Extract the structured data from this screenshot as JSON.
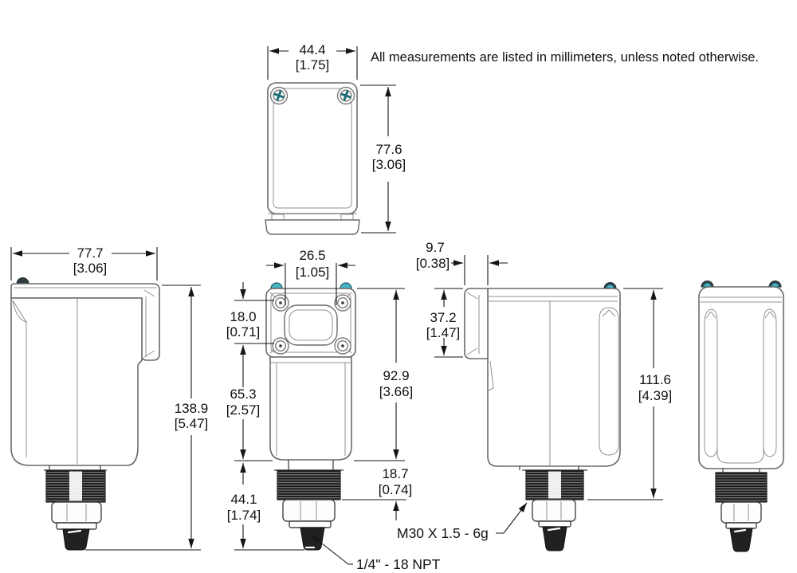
{
  "note": "All measurements are listed in millimeters, unless noted otherwise.",
  "dims": {
    "top_width": {
      "mm": "44.4",
      "in": "[1.75]"
    },
    "top_depth": {
      "mm": "77.6",
      "in": "[3.06]"
    },
    "side_width": {
      "mm": "77.7",
      "in": "[3.06]"
    },
    "overall_height": {
      "mm": "138.9",
      "in": "[5.47]"
    },
    "window_width": {
      "mm": "26.5",
      "in": "[1.05]"
    },
    "window_height": {
      "mm": "18.0",
      "in": "[0.71]"
    },
    "body_length": {
      "mm": "65.3",
      "in": "[2.57]"
    },
    "head_body_height": {
      "mm": "92.9",
      "in": "[3.66]"
    },
    "thread_assembly": {
      "mm": "44.1",
      "in": "[1.74]"
    },
    "m30_length": {
      "mm": "18.7",
      "in": "[0.74]"
    },
    "head_protrusion": {
      "mm": "9.7",
      "in": "[0.38]"
    },
    "head_height": {
      "mm": "37.2",
      "in": "[1.47]"
    },
    "rear_height": {
      "mm": "111.6",
      "in": "[4.39]"
    }
  },
  "labels": {
    "m30_thread": "M30 X 1.5 - 6g",
    "npt_thread": "1/4\" - 18 NPT"
  },
  "colors": {
    "outline_gray": "#6a6a6a",
    "dimension_black": "#161616",
    "thread_dark": "#262626",
    "screw_teal": "#48b4c4"
  }
}
